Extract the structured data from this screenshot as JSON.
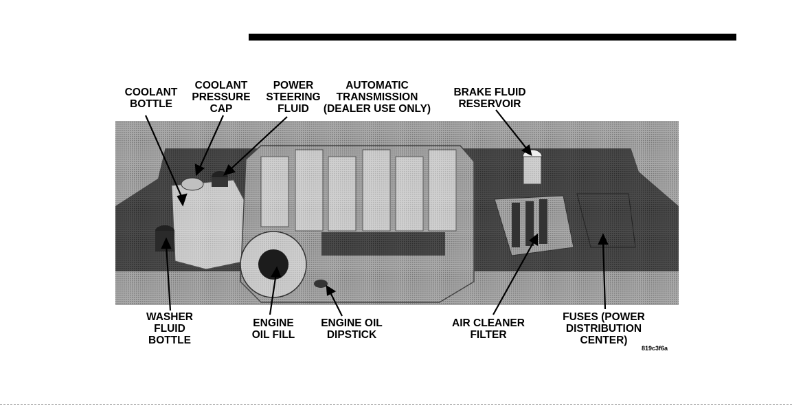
{
  "labels": {
    "coolant_bottle": "COOLANT\nBOTTLE",
    "coolant_pressure_cap": "COOLANT\nPRESSURE\nCAP",
    "power_steering_fluid": "POWER\nSTEERING\nFLUID",
    "automatic_transmission": "AUTOMATIC\nTRANSMISSION\n(DEALER USE ONLY)",
    "brake_fluid_reservoir": "BRAKE FLUID\nRESERVOIR",
    "washer_fluid_bottle": "WASHER\nFLUID\nBOTTLE",
    "engine_oil_fill": "ENGINE\nOIL FILL",
    "engine_oil_dipstick": "ENGINE OIL\nDIPSTICK",
    "air_cleaner_filter": "AIR CLEANER\nFILTER",
    "fuses": "FUSES (POWER\nDISTRIBUTION\nCENTER)"
  },
  "image_code": "819c3f6a",
  "colors": {
    "ink": "#000000",
    "metal_light": "#d6d6d6",
    "metal_mid": "#9a9a9a",
    "metal_dark": "#3a3a3a"
  }
}
